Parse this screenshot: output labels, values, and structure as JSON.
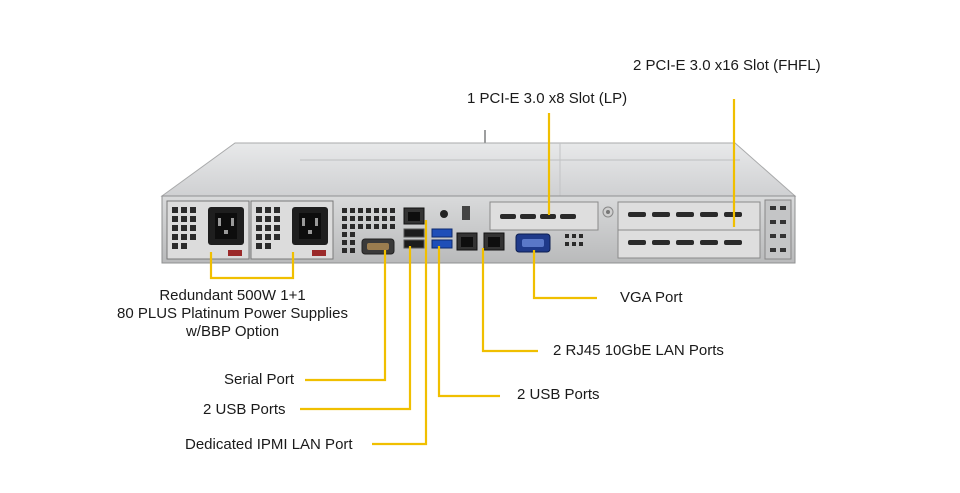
{
  "diagram": {
    "accent_color": "#f0bf00",
    "chassis_color": "#c9cacc",
    "callouts": {
      "pcie_x16": "2 PCI-E 3.0 x16 Slot (FHFL)",
      "pcie_x8": "1 PCI-E 3.0 x8 Slot (LP)",
      "psu_line1": "Redundant 500W 1+1",
      "psu_line2": "80 PLUS Platinum Power Supplies",
      "psu_line3": "w/BBP Option",
      "vga": "VGA Port",
      "lan_10gbe": "2 RJ45 10GbE LAN Ports",
      "serial": "Serial Port",
      "usb_left": "2 USB Ports",
      "usb_right": "2 USB Ports",
      "ipmi": "Dedicated IPMI LAN Port"
    }
  }
}
